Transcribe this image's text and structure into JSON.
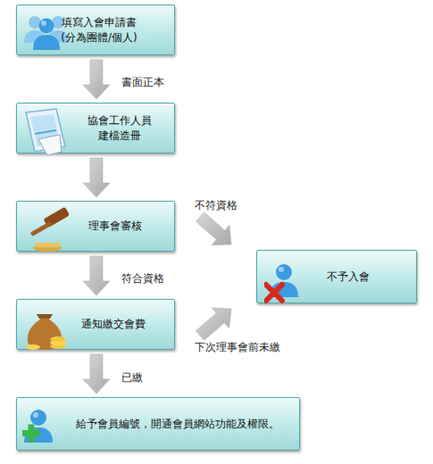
{
  "diagram": {
    "nodes": [
      {
        "text": [
          "填寫入會申請書 (分為團體/個人)"
        ]
      },
      {
        "text": [
          "協會工作人員 建檔造冊"
        ]
      },
      {
        "text": [
          "理事會審核"
        ]
      },
      {
        "text": [
          "通知繳交會費"
        ]
      },
      {
        "text": [
          "給予會員編號，開通會員網站功能及權限。"
        ]
      },
      {
        "text": [
          "不予入會"
        ]
      }
    ],
    "edges": [
      {
        "from": 0,
        "to": 1,
        "arrow": "to",
        "label": "書面正本"
      },
      {
        "from": 1,
        "to": 2,
        "arrow": "to"
      },
      {
        "from": 2,
        "to": 3,
        "arrow": "to",
        "label": "符合資格"
      },
      {
        "from": 3,
        "to": 4,
        "arrow": "to",
        "label": "已繳"
      },
      {
        "from": 2,
        "to": 5,
        "arrow": "to",
        "label": "不符資格"
      },
      {
        "from": 3,
        "to": 5,
        "arrow": "to",
        "label": "下次理事會前未繳"
      }
    ]
  }
}
